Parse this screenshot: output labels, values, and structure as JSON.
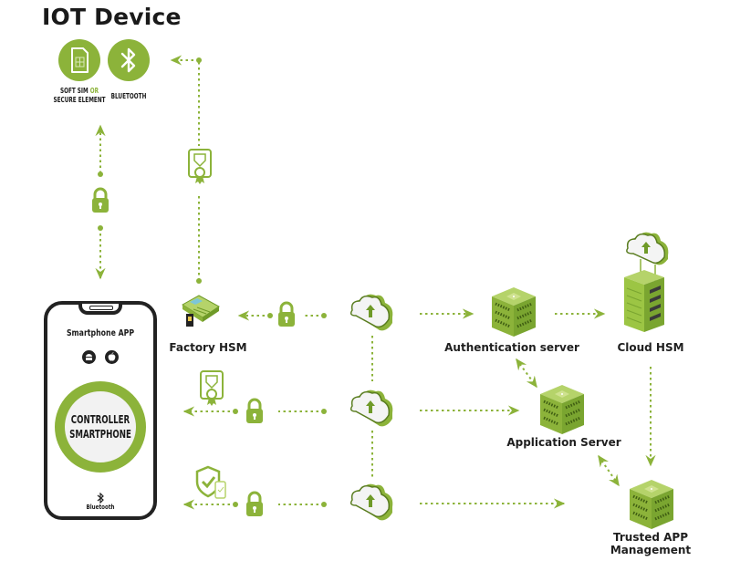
{
  "title": "IOT Device",
  "colors": {
    "accent": "#8cb33a",
    "accent_dark": "#6f9a28",
    "accent_light": "#b5d36a",
    "text": "#1a1a1a",
    "phone_frame": "#222222"
  },
  "iot_device": {
    "sim": {
      "icon": "sim-card-icon",
      "label_line1_a": "SOFT SIM ",
      "label_line1_b": "OR",
      "label_line2": "SECURE ELEMENT"
    },
    "bluetooth": {
      "icon": "bluetooth-icon",
      "label": "BLUETOOTH"
    }
  },
  "smartphone": {
    "app_title": "Smartphone APP",
    "platform_icons": [
      "android-icon",
      "apple-icon"
    ],
    "center_line1": "CONTROLLER",
    "center_line2": "SMARTPHONE",
    "footer": "Bluetooth"
  },
  "nodes": {
    "factory_hsm": "Factory HSM",
    "auth_server": "Authentication server",
    "cloud_hsm": "Cloud HSM",
    "app_server": "Application Server",
    "trusted_app_line1": "Trusted APP",
    "trusted_app_line2": "Management"
  },
  "icons": {
    "lock": "lock-icon",
    "certificate": "certificate-icon",
    "shield_check": "shield-check-icon",
    "cloud": "cloud-upload-icon",
    "server": "server-cube-icon",
    "server_tower": "server-tower-icon",
    "hsm_terminal": "payment-terminal-icon"
  }
}
